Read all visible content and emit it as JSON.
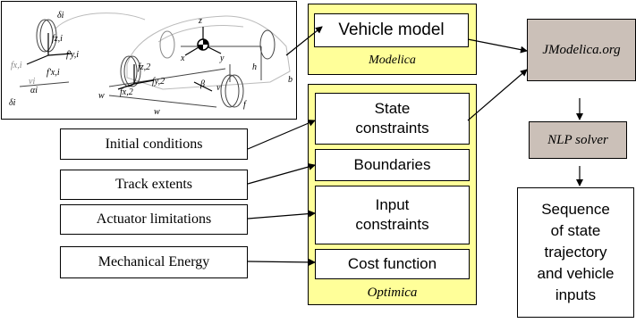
{
  "vehicle_illustration": {
    "labels": [
      "δi",
      "fz,i",
      "fx,i",
      "f'y,i",
      "f'x,i",
      "vi",
      "αi",
      "δi",
      "fz,2",
      "fy,2",
      "fx,2",
      "z",
      "x",
      "y",
      "h",
      "b",
      "w",
      "β",
      "v",
      "f",
      "w"
    ]
  },
  "modelica_group": {
    "title": "Vehicle model",
    "caption": "Modelica"
  },
  "optimica_group": {
    "items": [
      {
        "lines": [
          "State",
          "constraints"
        ]
      },
      {
        "lines": [
          "Boundaries"
        ]
      },
      {
        "lines": [
          "Input",
          "constraints"
        ]
      },
      {
        "lines": [
          "Cost function"
        ]
      }
    ],
    "caption": "Optimica"
  },
  "inputs": [
    "Initial conditions",
    "Track extents",
    "Actuator limitations",
    "Mechanical Energy"
  ],
  "jmodelica": "JModelica.org",
  "nlp_solver": "NLP solver",
  "output": {
    "lines": [
      "Sequence",
      "of state",
      "trajectory",
      "and vehicle",
      "inputs"
    ]
  },
  "colors": {
    "model_fill": "#ffff99",
    "tool_fill": "#cbc0b8"
  }
}
